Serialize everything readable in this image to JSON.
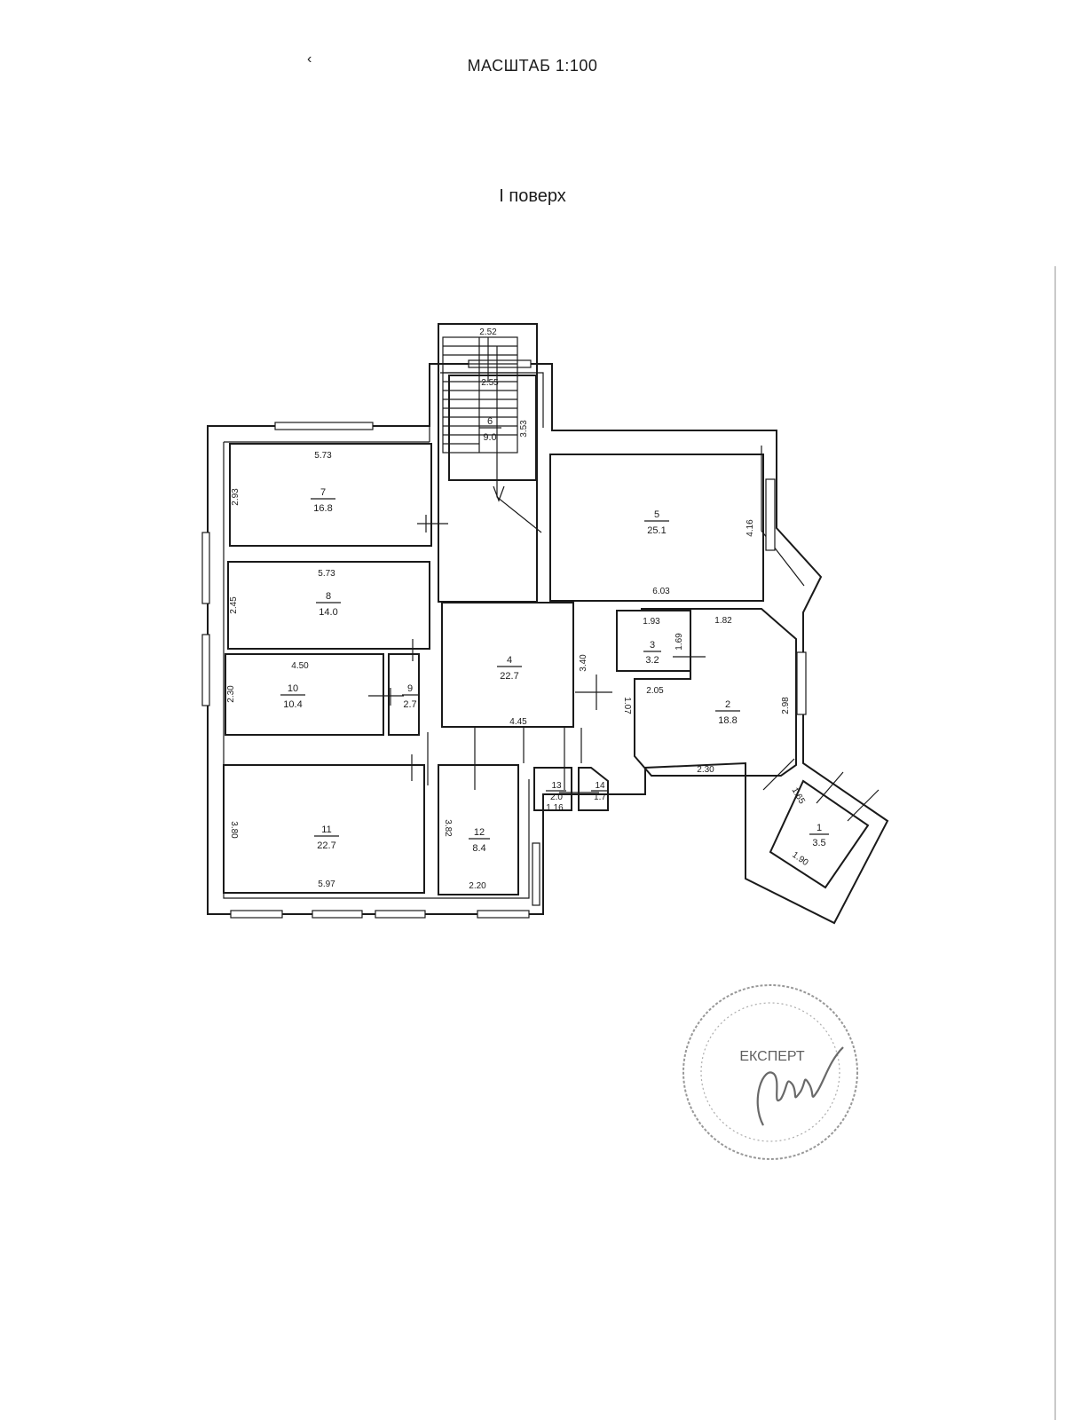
{
  "header": {
    "scale_label": "МАСШТАБ 1:100",
    "floor_title": "I поверх",
    "tick_mark": "‹"
  },
  "rooms": [
    {
      "id": "1",
      "number": "1",
      "area": "3.5"
    },
    {
      "id": "2",
      "number": "2",
      "area": "18.8"
    },
    {
      "id": "3",
      "number": "3",
      "area": "3.2"
    },
    {
      "id": "4",
      "number": "4",
      "area": "22.7"
    },
    {
      "id": "5",
      "number": "5",
      "area": "25.1"
    },
    {
      "id": "6",
      "number": "6",
      "area": "9.0"
    },
    {
      "id": "7",
      "number": "7",
      "area": "16.8"
    },
    {
      "id": "8",
      "number": "8",
      "area": "14.0"
    },
    {
      "id": "9",
      "number": "9",
      "area": "2.7"
    },
    {
      "id": "10",
      "number": "10",
      "area": "10.4"
    },
    {
      "id": "11",
      "number": "11",
      "area": "22.7"
    },
    {
      "id": "12",
      "number": "12",
      "area": "8.4"
    },
    {
      "id": "13",
      "number": "13",
      "area": "2.0"
    },
    {
      "id": "14",
      "number": "14",
      "area": "1.7"
    }
  ],
  "dimensions": {
    "r6_top": "2.55",
    "r6_side": "3.53",
    "r7_top": "5.73",
    "r7_side": "2.93",
    "r8_top": "5.73",
    "r8_side": "2.45",
    "r10_top": "4.50",
    "r10_side": "2.30",
    "stair_top": "2.52",
    "r4_side": "3.40",
    "r4_bottom": "4.45",
    "r5_side": "4.16",
    "r5_bottom": "6.03",
    "r3_top": "1.93",
    "r3_side": "1.69",
    "r2_top": "1.82",
    "r2_left": "2.05",
    "r2_side": "2.98",
    "r2_bottom": "2.30",
    "r2_small": "1.07",
    "r1_a": "1.65",
    "r1_b": "1.90",
    "r11_side": "3.80",
    "r11_bottom": "5.97",
    "r12_side": "3.82",
    "r12_bottom": "2.20",
    "r13_bottom": "1.16"
  },
  "stamp": {
    "text": "ЕКСПЕРТ",
    "signature": "signature"
  }
}
